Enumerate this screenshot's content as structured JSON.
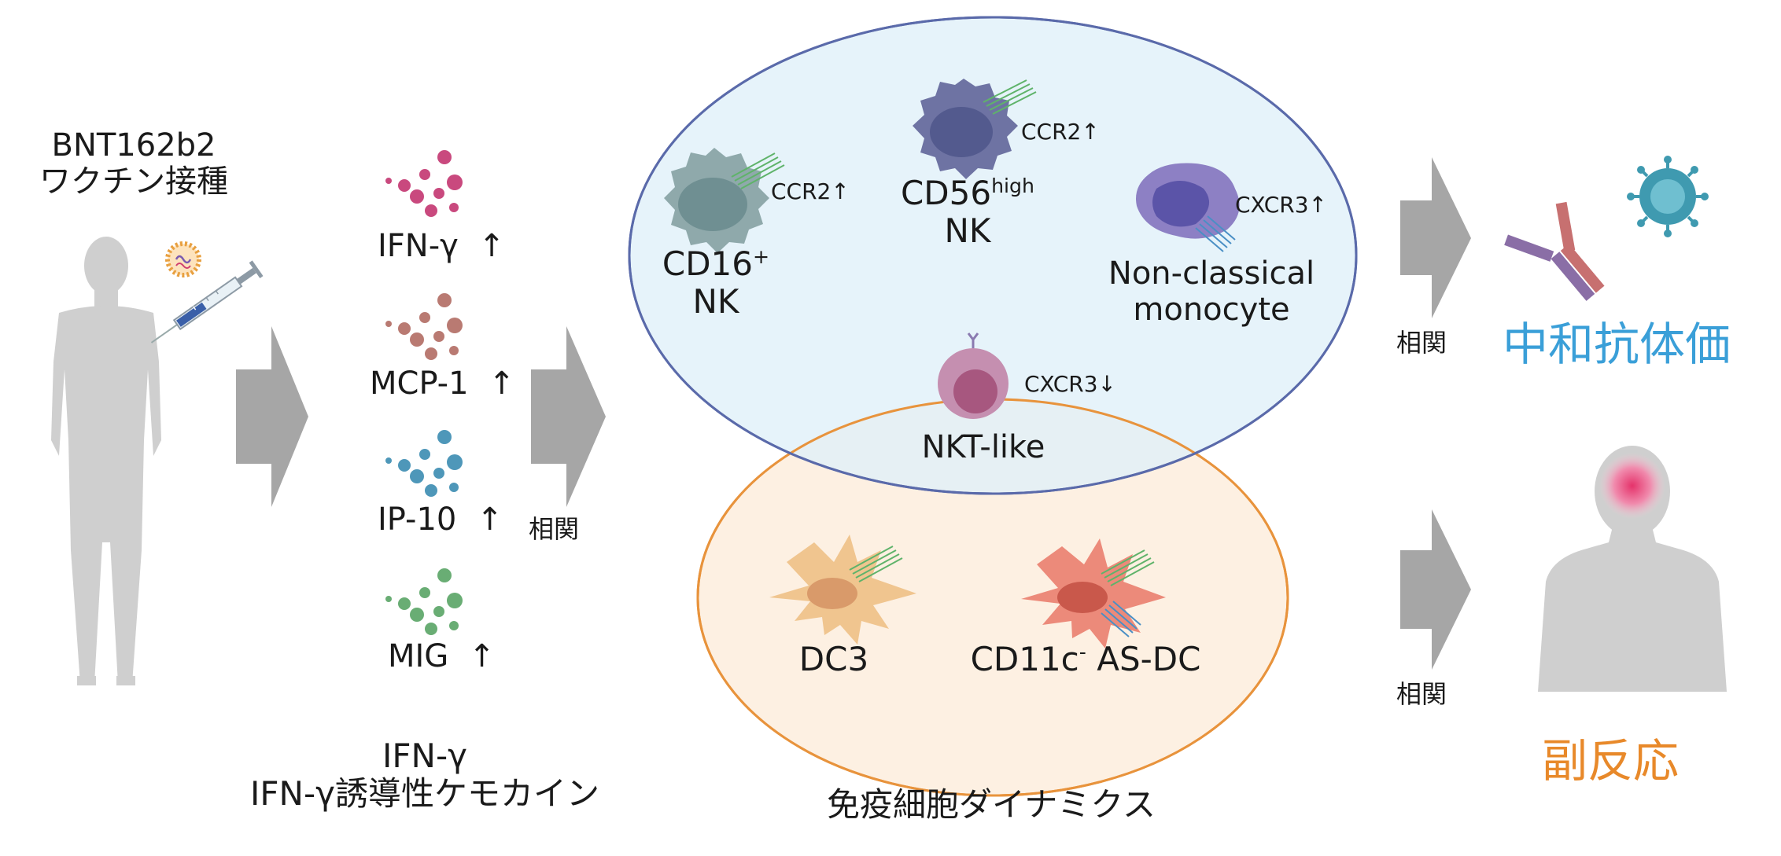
{
  "vaccine": {
    "line1": "BNT162b2",
    "line2": "ワクチン接種"
  },
  "cytokines": [
    {
      "label": "IFN-γ",
      "arrow": "↑",
      "color": "#c9497e"
    },
    {
      "label": "MCP-1",
      "arrow": "↑",
      "color": "#b97a72"
    },
    {
      "label": "IP-10",
      "arrow": "↑",
      "color": "#4e97b9"
    },
    {
      "label": "MIG",
      "arrow": "↑",
      "color": "#69ad74"
    }
  ],
  "correlation_label": "相関",
  "bottom_left": {
    "line1": "IFN-γ",
    "line2": "IFN-γ誘導性ケモカイン"
  },
  "bottom_center": "免疫細胞ダイナミクス",
  "cells": {
    "cd16nk": {
      "name_main": "CD16",
      "name_sup": "+",
      "name_line2": "NK",
      "receptor": "CCR2↑"
    },
    "cd56nk": {
      "name_main": "CD56",
      "name_sup": "high",
      "name_line2": "NK",
      "receptor": "CCR2↑"
    },
    "monocyte": {
      "line1": "Non-classical",
      "line2": "monocyte",
      "receptor": "CXCR3↑"
    },
    "nkt": {
      "name": "NKT-like",
      "receptor": "CXCR3↓"
    },
    "dc3": {
      "name": "DC3"
    },
    "asdc": {
      "name_main": "CD11c",
      "name_sup": "-",
      "name_rest": " AS-DC"
    }
  },
  "outcomes": {
    "antibody": {
      "text": "中和抗体価",
      "color": "#3a9fd8"
    },
    "side_effect": {
      "text": "副反応",
      "color": "#e8892a"
    },
    "corr1": "相関",
    "corr2": "相関"
  },
  "colors": {
    "blue_ellipse_fill": "#e6f3fa",
    "blue_ellipse_stroke": "#5a6aaa",
    "orange_ellipse_fill": "#fdf0e2",
    "orange_ellipse_stroke": "#e8933c",
    "arrow_gray": "#a6a6a6",
    "silhouette_gray": "#cfcfcf"
  }
}
